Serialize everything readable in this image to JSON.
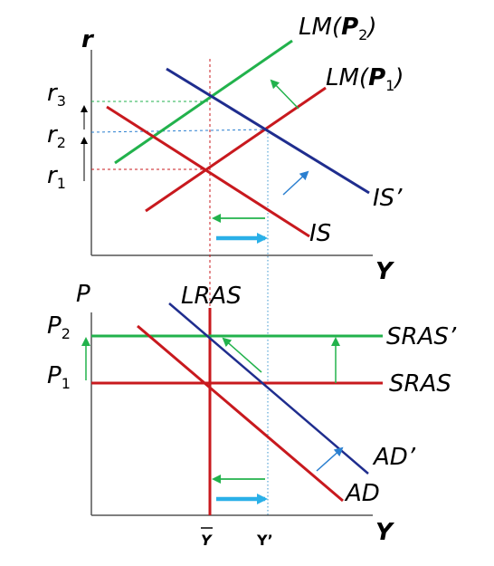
{
  "colors": {
    "red": "#c8191e",
    "green": "#22b24c",
    "navy": "#1f2d8e",
    "blue_arrow": "#2a7fd0",
    "cyan": "#2ab0e8",
    "axis": "#555555",
    "cyan_dotted": "#5aa7d6"
  },
  "top": {
    "y_axis": "r",
    "x_axis": "Y",
    "r3": {
      "base": "r",
      "sub": "3"
    },
    "r2": {
      "base": "r",
      "sub": "2"
    },
    "r1": {
      "base": "r",
      "sub": "1"
    },
    "lm2": {
      "pre": "LM(",
      "bold": "P",
      "sub": "2",
      "post": ")"
    },
    "lm1": {
      "pre": "LM(",
      "bold": "P",
      "sub": "1",
      "post": ")"
    },
    "is_prime": "IS’",
    "is": "IS"
  },
  "bottom": {
    "y_axis": "P",
    "x_axis": "Y",
    "lras": "LRAS",
    "p2": {
      "base": "P",
      "sub": "2"
    },
    "p1": {
      "base": "P",
      "sub": "1"
    },
    "sras_prime": "SRAS’",
    "sras": "SRAS",
    "ad_prime": "AD’",
    "ad": "AD",
    "ybar": "Y",
    "yprime": "Y’"
  }
}
